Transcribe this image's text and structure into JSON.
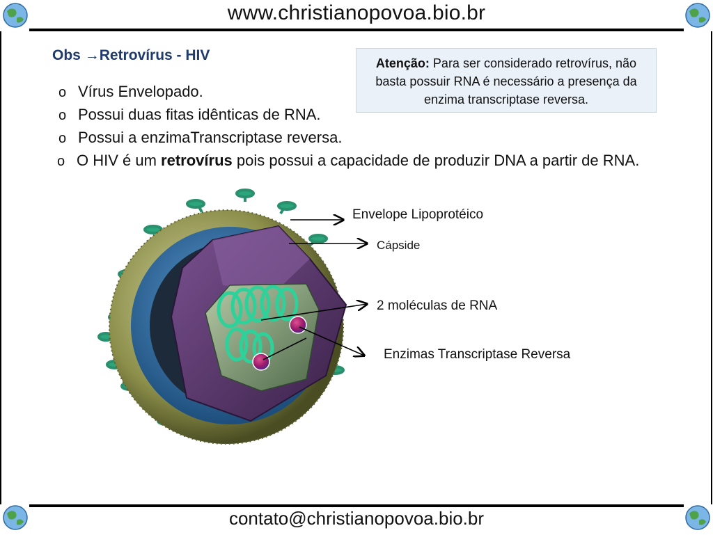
{
  "header": {
    "url": "www.christianopovoa.bio.br"
  },
  "title": {
    "prefix": "Obs ",
    "arrow": "→",
    "text": "Retrovírus - HIV"
  },
  "bullets": [
    {
      "marker": "o",
      "text": "Vírus Envelopado."
    },
    {
      "marker": "o",
      "text": "Possui duas fitas idênticas de RNA."
    },
    {
      "marker": "o",
      "text": "Possui a enzimaTranscriptase reversa."
    },
    {
      "marker": "o",
      "pre": "O HIV é um ",
      "bold": "retrovírus",
      "post": " pois possui a capacidade de produzir DNA a partir de RNA."
    }
  ],
  "attention": {
    "label": "Atenção:",
    "text": " Para ser considerado retrovírus, não basta possuir RNA é necessário a presença da enzima transcriptase reversa."
  },
  "diagram_labels": {
    "envelope": "Envelope Lipoprotéico",
    "capsid": "Cápside",
    "rna": "2 moléculas de RNA",
    "enzymes": "Enzimas Transcriptase Reversa"
  },
  "footer": {
    "email": "contato@christianopovoa.bio.br"
  },
  "colors": {
    "title": "#1f3a6b",
    "envelope": "#8c8f4a",
    "capsid_blue": "#2f6aa0",
    "capsid_purple": "#5a3a6e",
    "rna": "#2fb58a",
    "spike": "#2aa57c",
    "enzyme": "#c2185b"
  }
}
